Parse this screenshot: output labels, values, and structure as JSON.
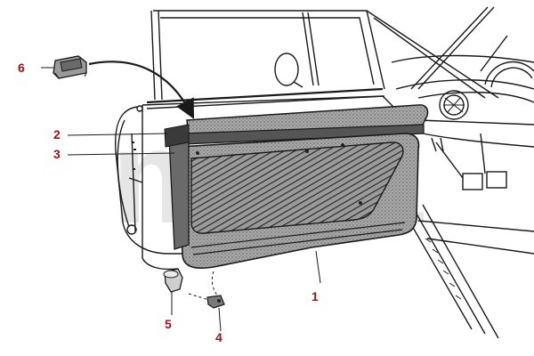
{
  "diagram": {
    "watermark": "mg a",
    "callouts": [
      {
        "id": "1",
        "label": "1"
      },
      {
        "id": "2",
        "label": "2"
      },
      {
        "id": "3",
        "label": "3"
      },
      {
        "id": "4",
        "label": "4"
      },
      {
        "id": "5",
        "label": "5"
      },
      {
        "id": "6",
        "label": "6"
      }
    ]
  },
  "colors": {
    "callout_text": "#a0121a",
    "line_art": "#1a1a1a",
    "watermark": "#e6e6e6",
    "panel_fill": "#8a8a8a",
    "panel_dark": "#4a4a4a"
  }
}
